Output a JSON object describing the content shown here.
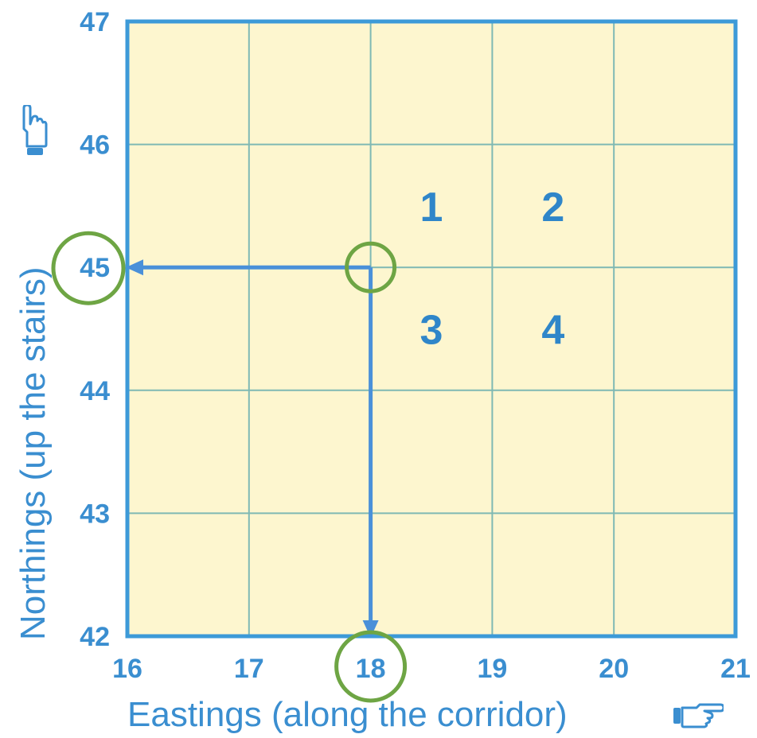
{
  "x_axis": {
    "title": "Eastings (along the corridor)",
    "ticks": [
      "16",
      "17",
      "18",
      "19",
      "20",
      "21"
    ],
    "range": [
      16,
      21
    ]
  },
  "y_axis": {
    "title": "Northings (up the stairs)",
    "ticks": [
      "42",
      "43",
      "44",
      "45",
      "46",
      "47"
    ],
    "range": [
      42,
      47
    ]
  },
  "squares": [
    {
      "label": "1",
      "easting": 18.5,
      "northing": 45.5
    },
    {
      "label": "2",
      "easting": 19.5,
      "northing": 45.5
    },
    {
      "label": "3",
      "easting": 18.5,
      "northing": 44.5
    },
    {
      "label": "4",
      "easting": 19.5,
      "northing": 44.5
    }
  ],
  "reference_point": {
    "easting": 18,
    "northing": 45
  },
  "highlighted_ticks": {
    "x": "18",
    "y": "45"
  },
  "colors": {
    "grid_fill": "#fdf6cf",
    "grid_line": "#7fb9b4",
    "frame": "#3d9ad8",
    "label": "#3a8ed0",
    "arrow": "#4a90d9",
    "circle": "#6ea544"
  },
  "icons": [
    "pointing-hand-icon"
  ]
}
